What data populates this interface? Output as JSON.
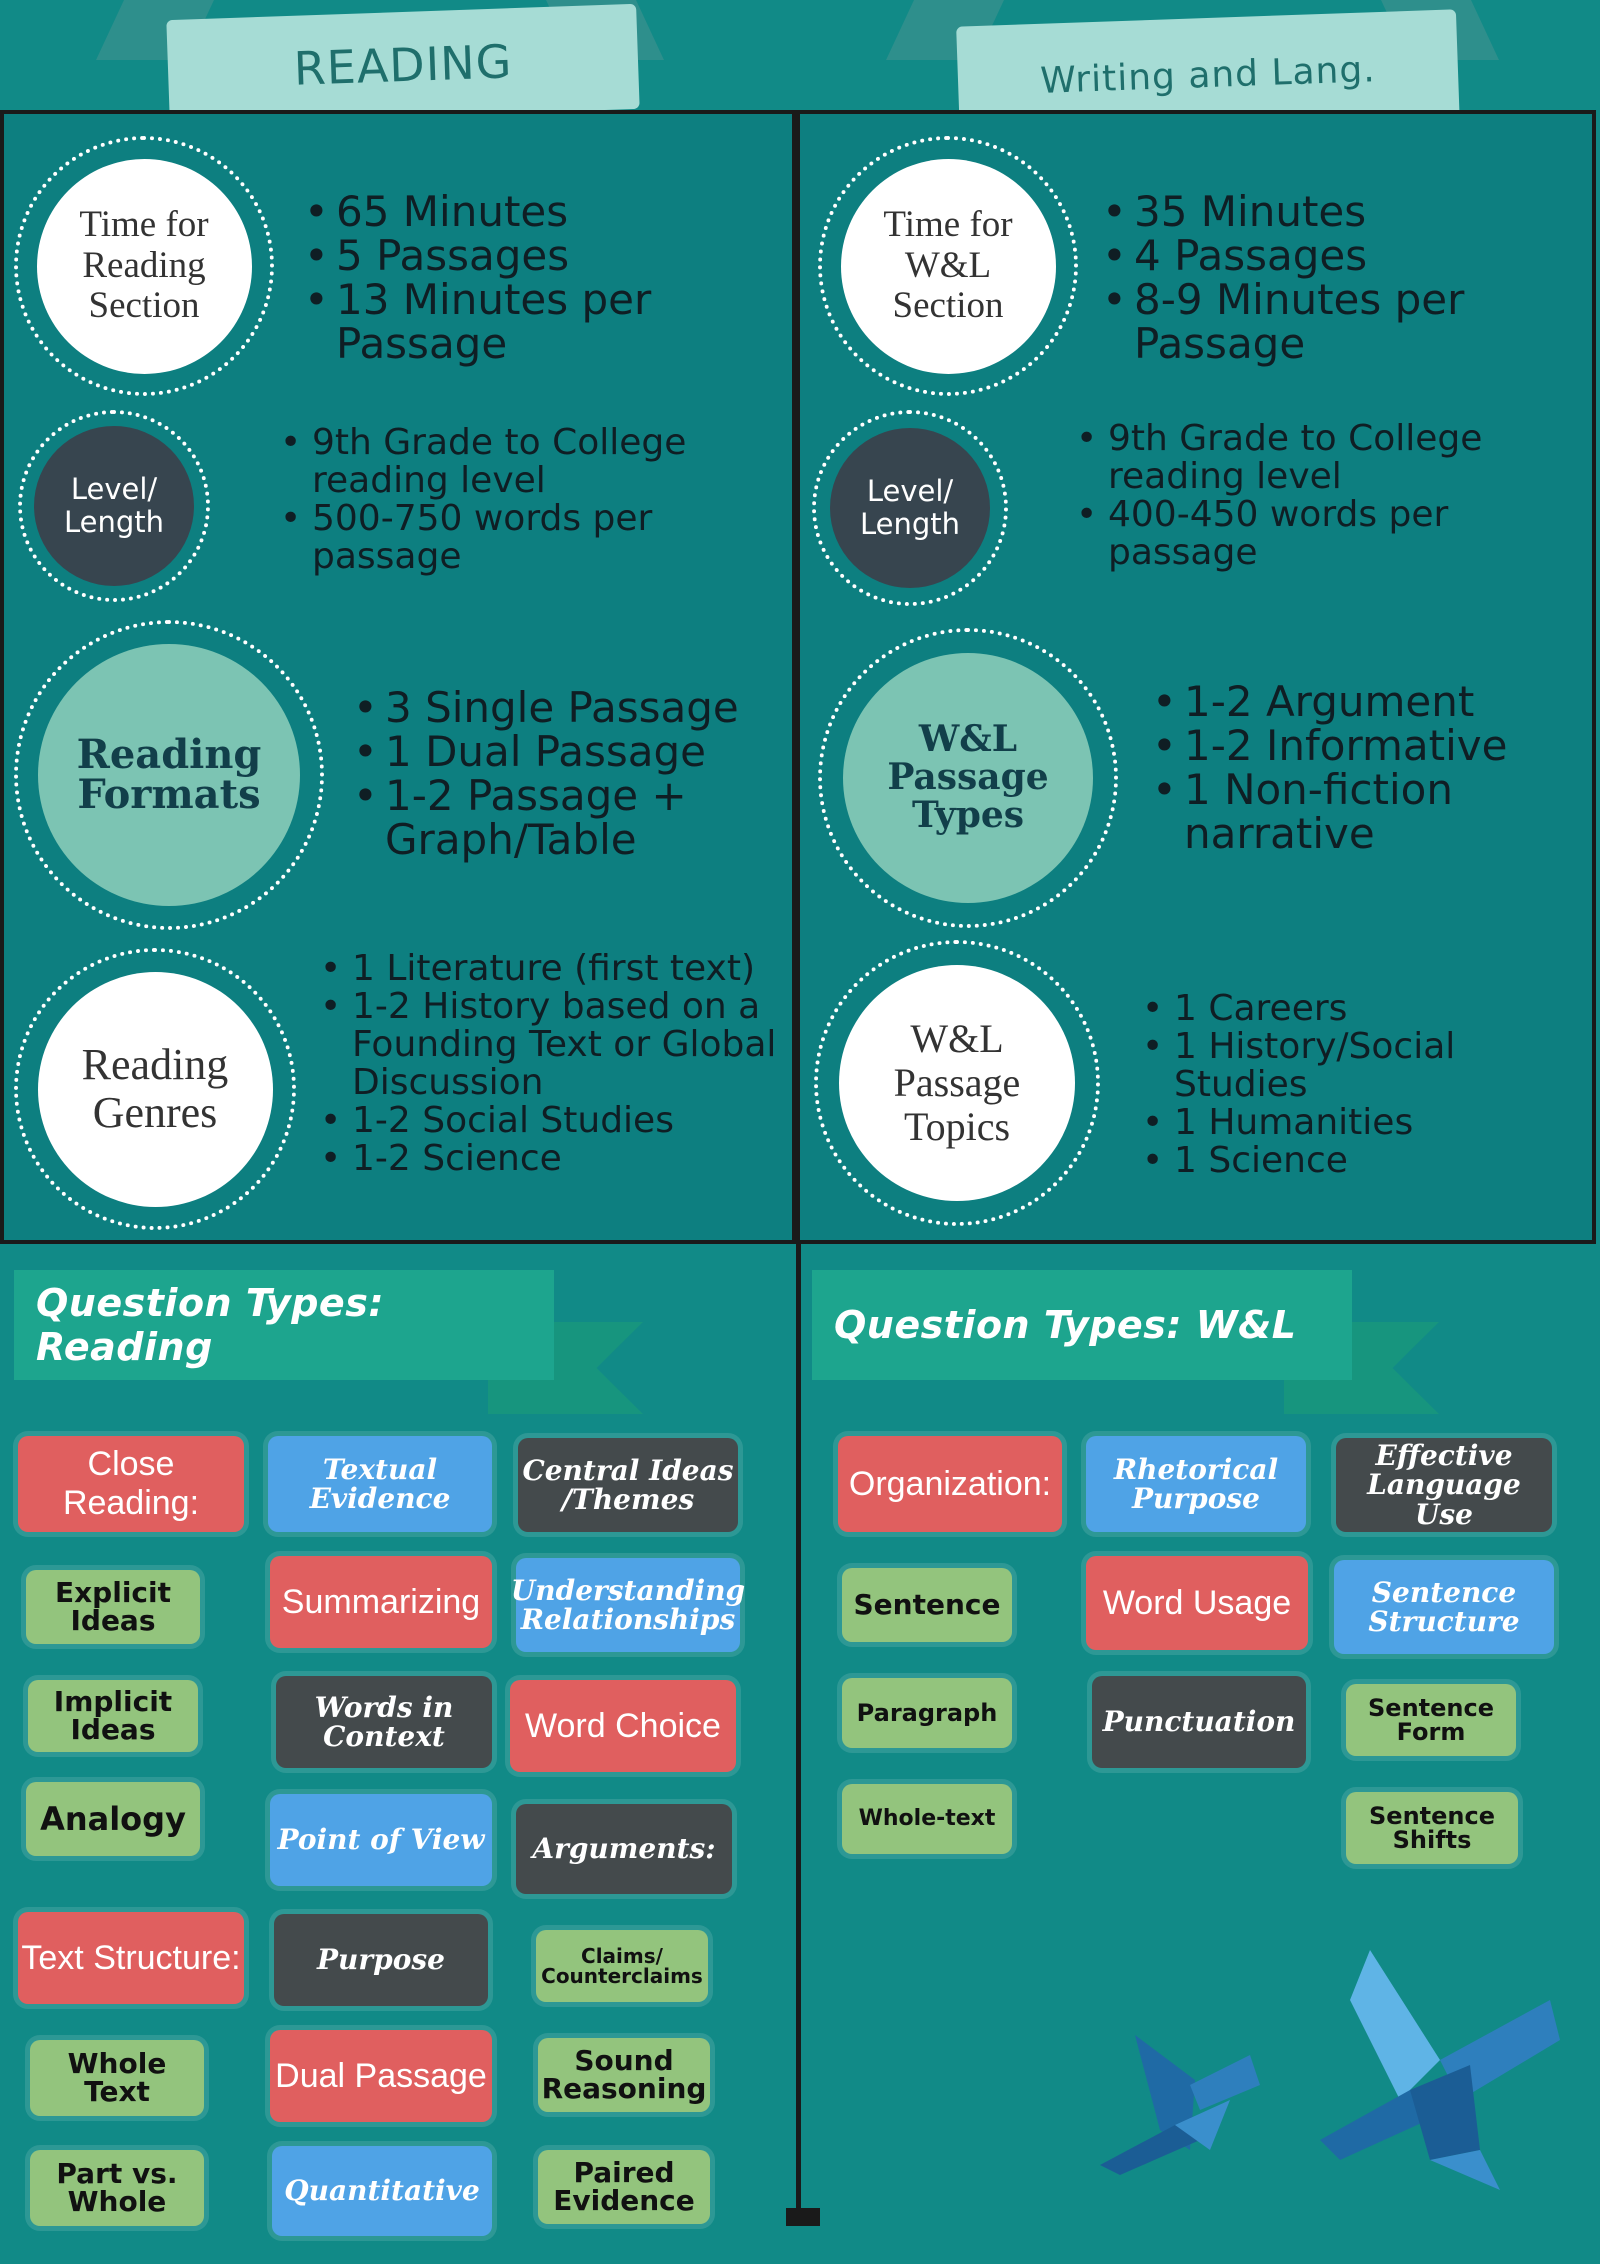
{
  "banners": {
    "reading": "READING",
    "writing": "Writing and Lang."
  },
  "reading_section": {
    "time": {
      "circle": "Time for\nReading\nSection",
      "bullets": [
        "65 Minutes",
        "5 Passages",
        "13 Minutes per Passage"
      ]
    },
    "level": {
      "circle": "Level/\nLength",
      "bullets": [
        "9th Grade to College reading level",
        "500-750 words per passage"
      ]
    },
    "formats": {
      "circle": "Reading\nFormats",
      "bullets": [
        "3 Single Passage",
        "1 Dual Passage",
        "1-2 Passage + Graph/Table"
      ]
    },
    "genres": {
      "circle": "Reading\nGenres",
      "bullets": [
        "1 Literature (first text)",
        "1-2 History based on a Founding Text or Global Discussion",
        "1-2 Social Studies",
        "1-2 Science"
      ]
    }
  },
  "writing_section": {
    "time": {
      "circle": "Time for\nW&L\nSection",
      "bullets": [
        "35 Minutes",
        "4 Passages",
        "8-9 Minutes per Passage"
      ]
    },
    "level": {
      "circle": "Level/\nLength",
      "bullets": [
        "9th Grade to College reading level",
        "400-450 words per passage"
      ]
    },
    "types": {
      "circle": "W&L\nPassage\nTypes",
      "bullets": [
        "1-2 Argument",
        "1-2 Informative",
        "1 Non-fiction narrative"
      ]
    },
    "topics": {
      "circle": "W&L\nPassage\nTopics",
      "bullets": [
        "1 Careers",
        "1 History/Social Studies",
        "1 Humanities",
        "1 Science"
      ]
    }
  },
  "question_types": {
    "reading_header": "Question Types: Reading",
    "writing_header": "Question Types: W&L",
    "reading_tags": {
      "close_reading": "Close Reading:",
      "textual_evidence": "Textual\nEvidence",
      "central_ideas": "Central Ideas\n/Themes",
      "explicit_ideas": "Explicit\nIdeas",
      "summarizing": "Summarizing",
      "understanding_relationships": "Understanding\nRelationships",
      "implicit_ideas": "Implicit\nIdeas",
      "words_in_context": "Words in\nContext",
      "word_choice": "Word Choice",
      "analogy": "Analogy",
      "point_of_view": "Point of View",
      "arguments": "Arguments:",
      "text_structure": "Text Structure:",
      "purpose": "Purpose",
      "claims": "Claims/\nCounterclaims",
      "whole_text": "Whole\nText",
      "dual_passage": "Dual Passage",
      "sound_reasoning": "Sound\nReasoning",
      "part_vs_whole": "Part vs.\nWhole",
      "quantitative": "Quantitative",
      "paired_evidence": "Paired\nEvidence"
    },
    "writing_tags": {
      "organization": "Organization:",
      "rhetorical_purpose": "Rhetorical\nPurpose",
      "effective_language": "Effective\nLanguage Use",
      "sentence": "Sentence",
      "word_usage": "Word Usage",
      "sentence_structure": "Sentence\nStructure",
      "paragraph": "Paragraph",
      "punctuation": "Punctuation",
      "sentence_form": "Sentence\nForm",
      "whole_text": "Whole-text",
      "sentence_shifts": "Sentence\nShifts"
    }
  },
  "colors": {
    "background": "#118a87",
    "panel": "#0d7f80",
    "red_tag": "#e05f5f",
    "blue_tag": "#4fa3e6",
    "dark_tag": "#444a4c",
    "green_tag": "#93c47d",
    "banner": "#a6dcd5",
    "question_header": "#1da58e"
  },
  "icons": [
    "origami-bird-small-icon",
    "origami-bird-large-icon"
  ]
}
